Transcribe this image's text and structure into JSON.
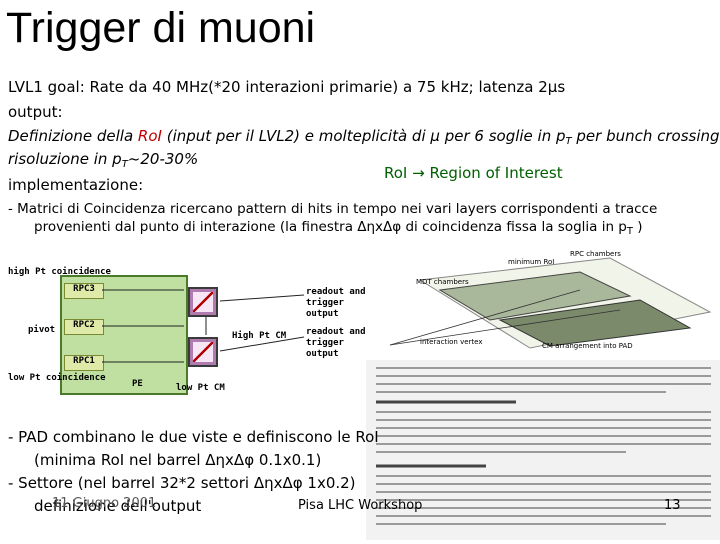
{
  "slide": {
    "title": "Trigger di muoni",
    "goal": "LVL1 goal:  Rate da 40 MHz(*20 interazioni primarie) a 75 kHz;  latenza 2µs",
    "output_label": "output:",
    "output_def_a": "Definizione della ",
    "output_def_roi": "RoI",
    "output_def_b": " (input per il LVL2)  e molteplicità di µ per 6 soglie in p",
    "output_def_sub": "T",
    "output_def_c": " per bunch crossing",
    "risoluzione_a": "risoluzione in p",
    "risoluzione_sub": "T",
    "risoluzione_b": "~20-30%",
    "roi_note": "RoI → Region of Interest",
    "impl_label": "implementazione:",
    "matrix_line1": "- Matrici di Coincidenza ricercano pattern di hits in tempo nei vari layers corrispondenti a tracce",
    "matrix_line2a": "provenienti dal punto di interazione (la finestra ΔηxΔφ di coincidenza fissa la soglia in p",
    "matrix_line2sub": "T",
    "matrix_line2b": " )",
    "pad_line1": "- PAD combinano le due viste e definiscono le RoI",
    "pad_line2": "(minima RoI nel barrel ΔηxΔφ 0.1x0.1)",
    "sector_line": "- Settore (nel barrel 32*2 settori ΔηxΔφ 1x0.2)",
    "def_output": "definizione dell'output",
    "date_overlap": "11 Giugno 2001",
    "footer_center": "Pisa LHC Workshop",
    "page_number": "13"
  },
  "diagram": {
    "high_pt": "high Pt coincidence",
    "rpc3": "RPC3",
    "pivot": "pivot",
    "rpc2": "RPC2",
    "rpc1": "RPC1",
    "low_pt": "low Pt coincidence",
    "readout1": "readout and trigger output",
    "readout2": "readout and trigger output",
    "high_cm": "High Pt CM",
    "low_cm": "low Pt CM",
    "pe": "PE"
  },
  "figure": {
    "label_chambers": "RPC chambers",
    "label_minimum": "minimum RoI",
    "label_mdt": "MDT chambers",
    "label_vertex": "interaction vertex",
    "label_cm": "CM arrangement into PAD"
  },
  "colors": {
    "accent_red": "#c00000",
    "accent_green": "#006000",
    "diagram_green": "#bfe0a0"
  }
}
